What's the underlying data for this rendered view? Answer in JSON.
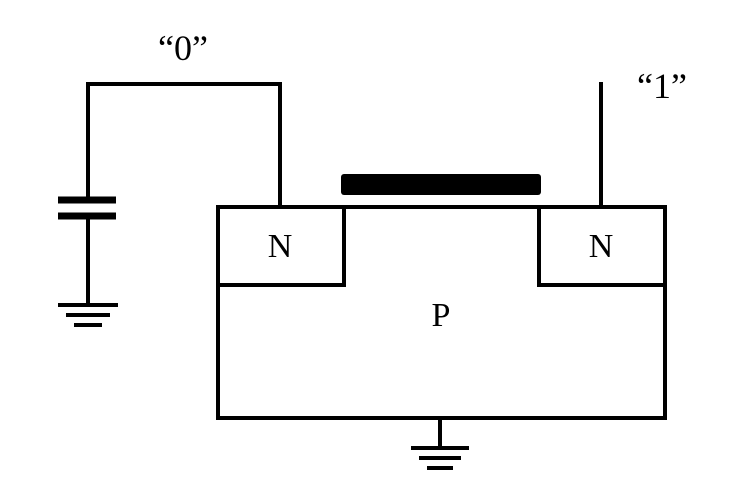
{
  "diagram": {
    "labels": {
      "bit_line_left": "“0”",
      "bit_line_right": "“1”",
      "source_region": "N",
      "drain_region": "N",
      "substrate": "P"
    },
    "colors": {
      "stroke": "#000000",
      "background": "#ffffff"
    },
    "icons": {
      "capacitor": "capacitor-symbol",
      "ground": "ground-symbol",
      "gate": "gate-electrode"
    }
  }
}
